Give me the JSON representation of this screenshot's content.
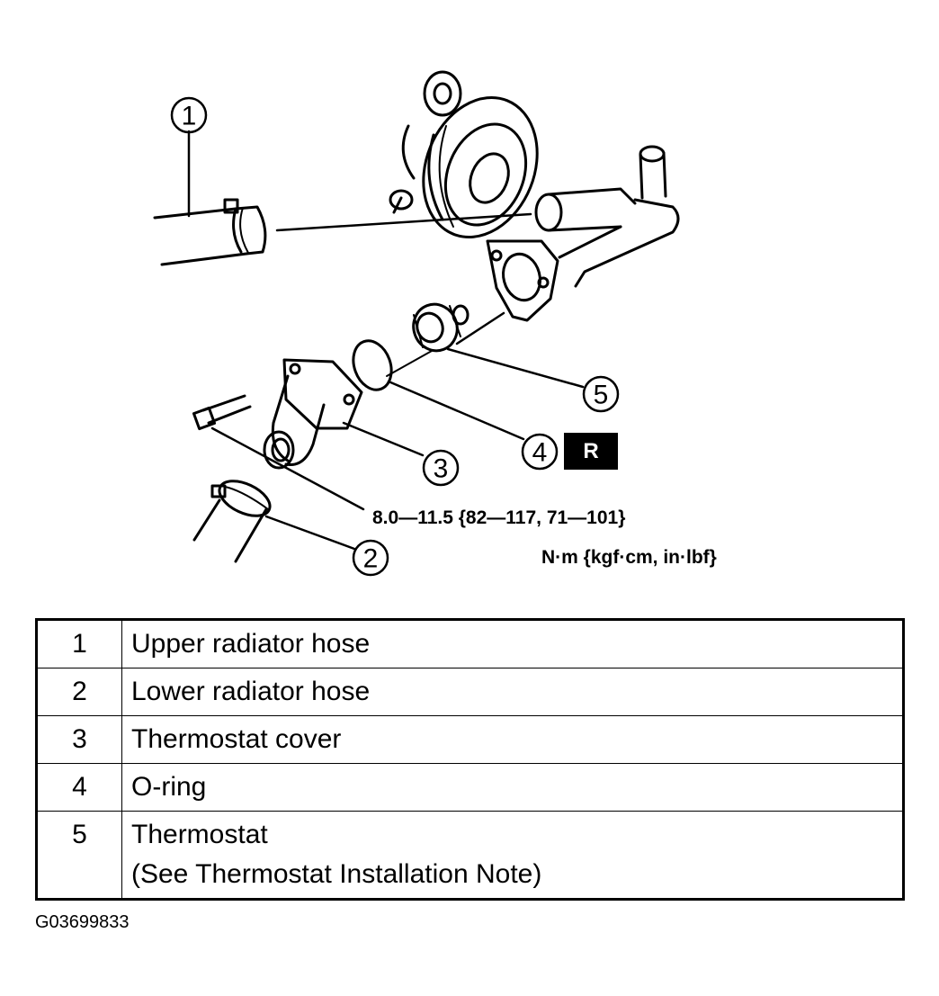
{
  "callouts": [
    "1",
    "2",
    "3",
    "4",
    "5"
  ],
  "torque_spec": {
    "value": "8.0—11.5 {82—117, 71—101}",
    "units": "N·m {kgf·cm, in·lbf}"
  },
  "replace_badge": "R",
  "legend": [
    {
      "num": "1",
      "desc": "Upper radiator hose",
      "note": ""
    },
    {
      "num": "2",
      "desc": "Lower radiator hose",
      "note": ""
    },
    {
      "num": "3",
      "desc": "Thermostat cover",
      "note": ""
    },
    {
      "num": "4",
      "desc": "O-ring",
      "note": ""
    },
    {
      "num": "5",
      "desc": "Thermostat",
      "note": "(See Thermostat Installation Note)"
    }
  ],
  "figure_id": "G03699833"
}
